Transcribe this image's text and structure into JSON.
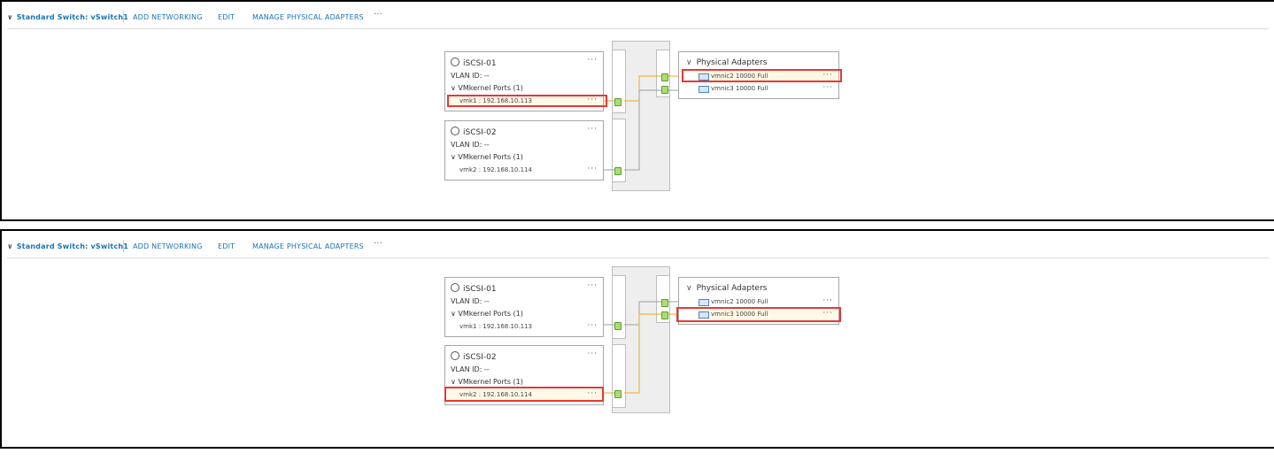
{
  "panels": [
    {
      "toolbar": {
        "title": "Standard Switch: vSwitch1",
        "add_networking": "ADD NETWORKING",
        "edit": "EDIT",
        "manage_adapters": "MANAGE PHYSICAL ADAPTERS",
        "more": "···"
      },
      "port_groups": [
        {
          "name": "iSCSI-01",
          "vlan": "VLAN ID: --",
          "vmkernel": "VMkernel Ports (1)",
          "port": "vmk1 : 192.168.10.113",
          "selected": true
        },
        {
          "name": "iSCSI-02",
          "vlan": "VLAN ID: --",
          "vmkernel": "VMkernel Ports (1)",
          "port": "vmk2 : 192.168.10.114",
          "selected": false
        }
      ],
      "physical_adapters": {
        "title": "Physical Adapters",
        "nics": [
          {
            "label": "vmnic2 10000 Full",
            "selected": true
          },
          {
            "label": "vmnic3 10000 Full",
            "selected": false
          }
        ]
      }
    },
    {
      "toolbar": {
        "title": "Standard Switch: vSwitch1",
        "add_networking": "ADD NETWORKING",
        "edit": "EDIT",
        "manage_adapters": "MANAGE PHYSICAL ADAPTERS",
        "more": "···"
      },
      "port_groups": [
        {
          "name": "iSCSI-01",
          "vlan": "VLAN ID: --",
          "vmkernel": "VMkernel Ports (1)",
          "port": "vmk1 : 192.168.10.113",
          "selected": false
        },
        {
          "name": "iSCSI-02",
          "vlan": "VLAN ID: --",
          "vmkernel": "VMkernel Ports (1)",
          "port": "vmk2 : 192.168.10.114",
          "selected": true
        }
      ],
      "physical_adapters": {
        "title": "Physical Adapters",
        "nics": [
          {
            "label": "vmnic2 10000 Full",
            "selected": false
          },
          {
            "label": "vmnic3 10000 Full",
            "selected": true
          }
        ]
      }
    }
  ],
  "colors": {
    "link": "#1a73b5",
    "active_wire": "#f0a81c",
    "idle_wire": "#9e9e9e",
    "highlight": "#e53935",
    "port_green": "#a8df6f"
  },
  "icons": {
    "collapse": "chevron-down-icon",
    "port_group": "globe-icon",
    "nic": "nic-icon",
    "more": "more-horizontal-icon"
  }
}
